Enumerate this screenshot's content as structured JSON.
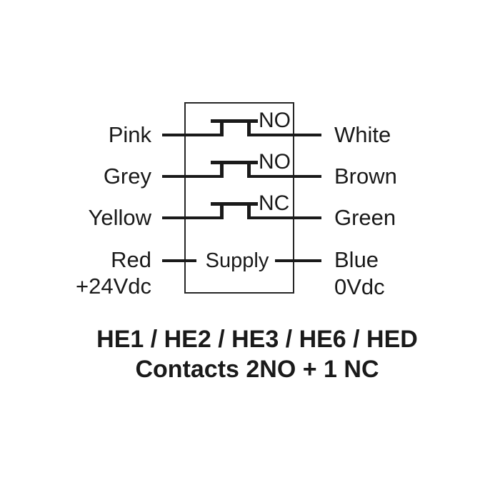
{
  "colors": {
    "ink": "#1a1a1a",
    "background": "#ffffff"
  },
  "diagram": {
    "rows": [
      {
        "left_label": "Pink",
        "contact": "NO",
        "right_label": "White"
      },
      {
        "left_label": "Grey",
        "contact": "NO",
        "right_label": "Brown"
      },
      {
        "left_label": "Yellow",
        "contact": "NC",
        "right_label": "Green"
      },
      {
        "left_label": "Red",
        "contact": "Supply",
        "right_label": "Blue",
        "left_sublabel": "+24Vdc",
        "right_sublabel": "0Vdc"
      }
    ]
  },
  "caption": {
    "line1": "HE1 / HE2 / HE3 / HE6 / HED",
    "line2": "Contacts 2NO + 1 NC"
  }
}
